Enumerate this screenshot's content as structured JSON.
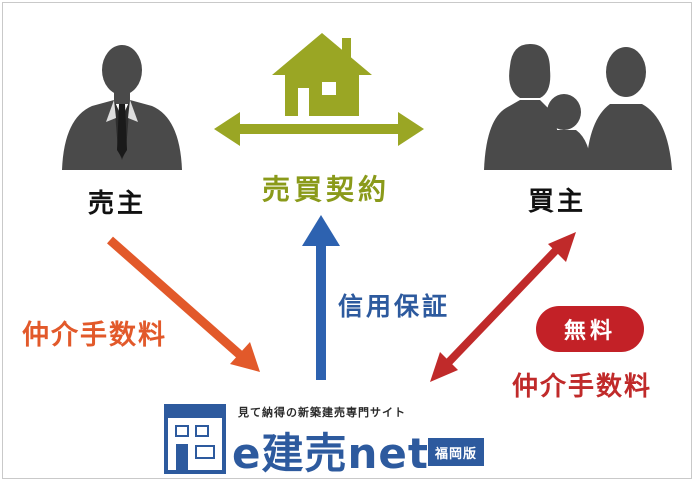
{
  "parties": {
    "seller": "売主",
    "buyer": "買主"
  },
  "flows": {
    "contract": "売買契約",
    "guarantee": "信用保証",
    "fee_left": "仲介手数料",
    "fee_right": "仲介手数料",
    "free_badge": "無料"
  },
  "brand": {
    "tagline": "見て納得の新築建売専門サイト",
    "name": "e建売net",
    "region": "福岡版"
  },
  "colors": {
    "contract": "#9aa624",
    "guarantee": "#2d62b0",
    "fee_left": "#e2592a",
    "fee_right": "#c02a2a",
    "silhouette": "#4a4a4a",
    "brand": "#2d5a9e"
  },
  "icons": {
    "seller": "businessman-silhouette-icon",
    "buyer": "family-silhouette-icon",
    "house": "house-icon",
    "logo": "building-logo-icon"
  }
}
